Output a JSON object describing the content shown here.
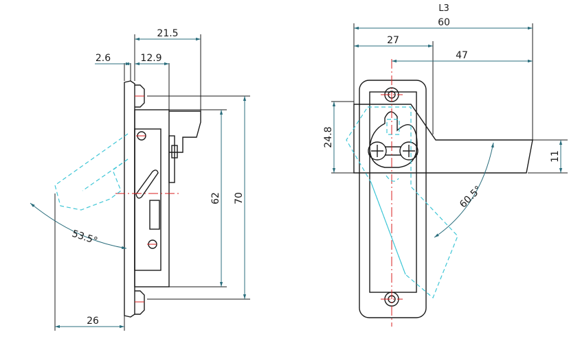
{
  "title": "L3",
  "dimensions": {
    "left_top_width": "21.5",
    "left_flange": "2.6",
    "left_body": "12.9",
    "left_slot": "62",
    "left_height": "70",
    "left_angle": "53.5°",
    "left_swing": "26",
    "right_total": "60",
    "right_pivot": "27",
    "right_handle": "47",
    "right_height": "24.8",
    "right_tip": "11",
    "right_angle": "60.5°"
  },
  "colors": {
    "outline": "#1a1a1a",
    "dimension": "#2a6d7c",
    "centerline": "#d81e1e",
    "hidden": "#3fc6d6"
  }
}
